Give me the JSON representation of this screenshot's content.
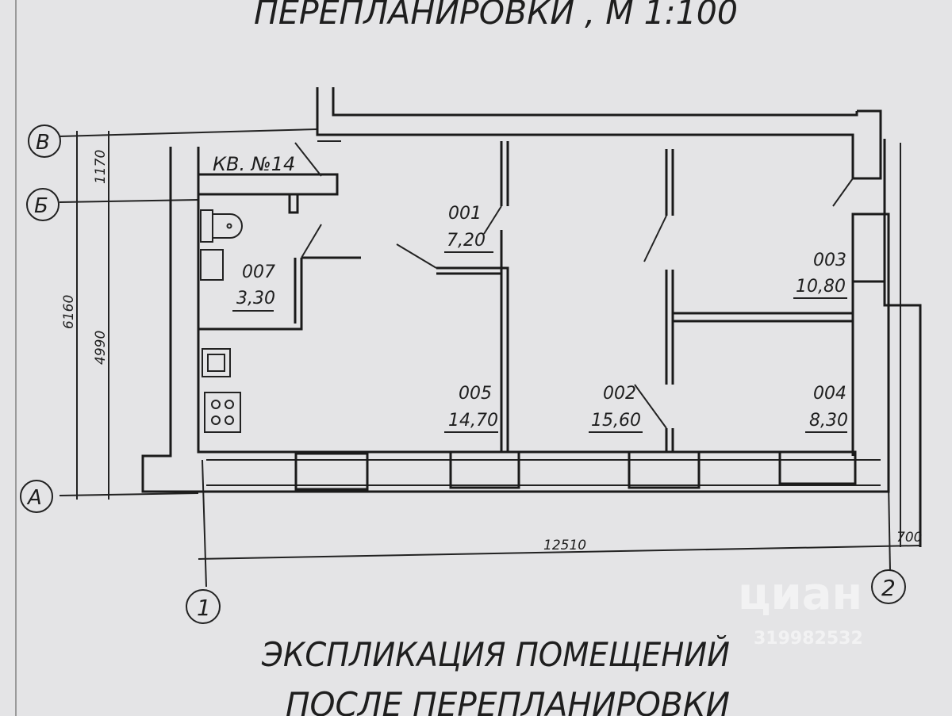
{
  "title": "ПЕРЕПЛАНИРОВКИ , М 1:100",
  "apartment_label": "КВ. №14",
  "axes": {
    "v": "В",
    "b": "Б",
    "a": "А",
    "one": "1",
    "two": "2"
  },
  "dimensions": {
    "d1170": "1170",
    "d4990": "4990",
    "d6160": "6160",
    "d12510": "12510",
    "d700": "700"
  },
  "rooms": [
    {
      "num": "001",
      "area": "7,20"
    },
    {
      "num": "002",
      "area": "15,60"
    },
    {
      "num": "003",
      "area": "10,80"
    },
    {
      "num": "004",
      "area": "8,30"
    },
    {
      "num": "005",
      "area": "14,70"
    },
    {
      "num": "007",
      "area": "3,30"
    }
  ],
  "heading_line1": "ЭКСПЛИКАЦИЯ ПОМЕЩЕНИЙ",
  "heading_line2": "ПОСЛЕ ПЕРЕПЛАНИРОВКИ",
  "watermark": {
    "brand": "циан",
    "id": "319982532"
  }
}
